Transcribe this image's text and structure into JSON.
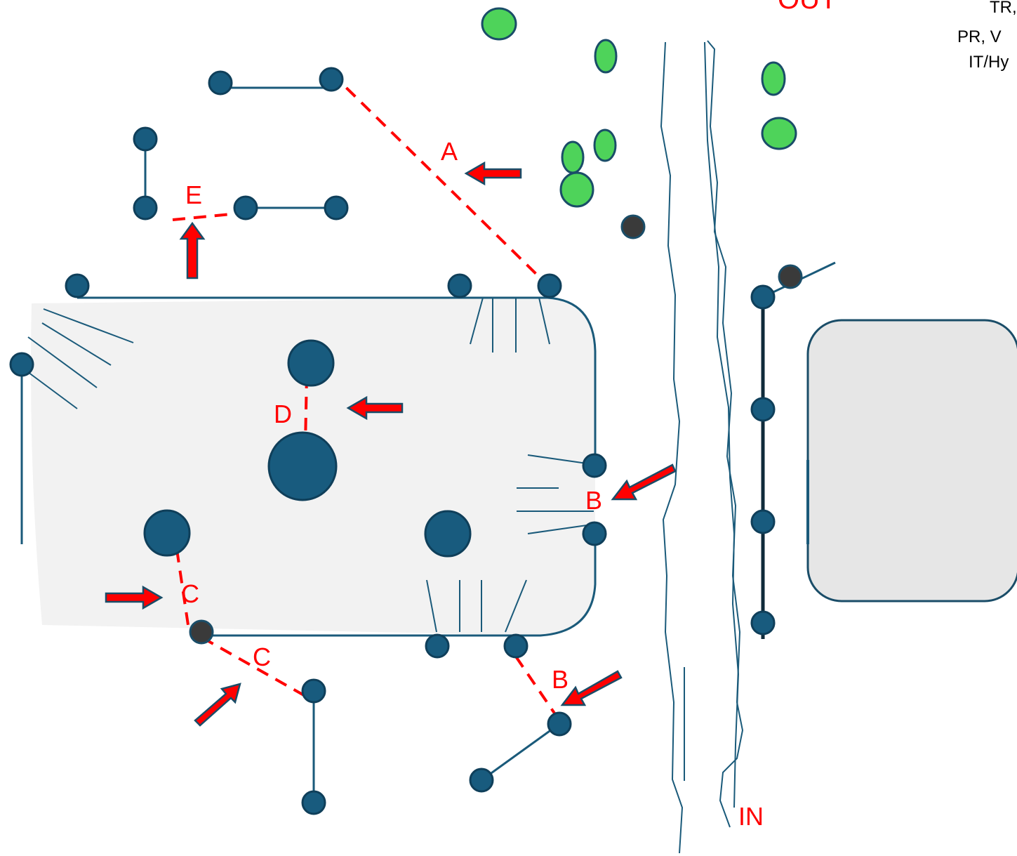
{
  "colors": {
    "node": "#185b7e",
    "node_stroke": "#0f3f5a",
    "dark_node": "#3a3a3a",
    "line": "#1a5a7a",
    "dashed": "#ff0000",
    "arrow_fill": "#ff0000",
    "arrow_stroke": "#1a4d68",
    "building": "#f2f2f2",
    "building_right": "#e6e6e6",
    "tree": "#4ed35a",
    "tree_stroke": "#1a4d68"
  },
  "labels": {
    "a": "A",
    "b1": "B",
    "b2": "B",
    "c1": "C",
    "c2": "C",
    "d": "D",
    "e": "E",
    "in": "IN",
    "out": "OUT"
  },
  "corner_text": {
    "line1": "TR,",
    "line2": "PR, V",
    "line3": "IT/Hy"
  },
  "icons": {
    "arrow": "red-arrow-icon",
    "tree": "shrub-icon"
  }
}
